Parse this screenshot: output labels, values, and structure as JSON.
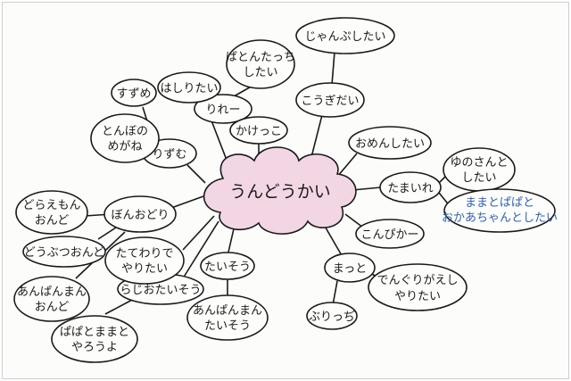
{
  "center": "うんどうかい",
  "nodes": {
    "rire": "りれー",
    "hashiritai": "はしりたい",
    "batontacchi_1": "ばとんたっち",
    "batontacchi_2": "したい",
    "kakekko": "かけっこ",
    "koraogidai": "こうぎだい",
    "janpushitai": "じゃんぷしたい",
    "omenshitai": "おめんしたい",
    "tamaire": "たまいれ",
    "yuno_1": "ゆのさんと",
    "yuno_2": "したい",
    "mama_1": "ままとぱぱと",
    "mama_2": "おかあちゃんとしたい",
    "konbika": "こんぴかー",
    "matto": "まっと",
    "dengurigaeshi_1": "でんぐりがえし",
    "dengurigaeshi_2": "やりたい",
    "buritchi": "ぶりっぢ",
    "taiso": "たいそう",
    "anpanman_taiso_1": "あんぱんまん",
    "anpanman_taiso_2": "たいそう",
    "rajio": "らじおたいそう",
    "papamama_1": "ぱぱとままと",
    "papamama_2": "やろうよ",
    "bonodori": "ぼんおどり",
    "tatewari_1": "たてわりで",
    "tatewari_2": "やりたい",
    "doraemon_1": "どらえもん",
    "doraemon_2": "おんど",
    "doubutsu": "どうぶつおんど",
    "anpanman_ondo_1": "あんぱんまん",
    "anpanman_ondo_2": "おんど",
    "risumu": "りずむ",
    "tonbo_1": "とんぼの",
    "tonbo_2": "めがね",
    "suzume": "すずめ"
  },
  "colors": {
    "ink": "#1a1a1a",
    "cloud": "#f3d6e3",
    "blue": "#2f5fb3"
  }
}
